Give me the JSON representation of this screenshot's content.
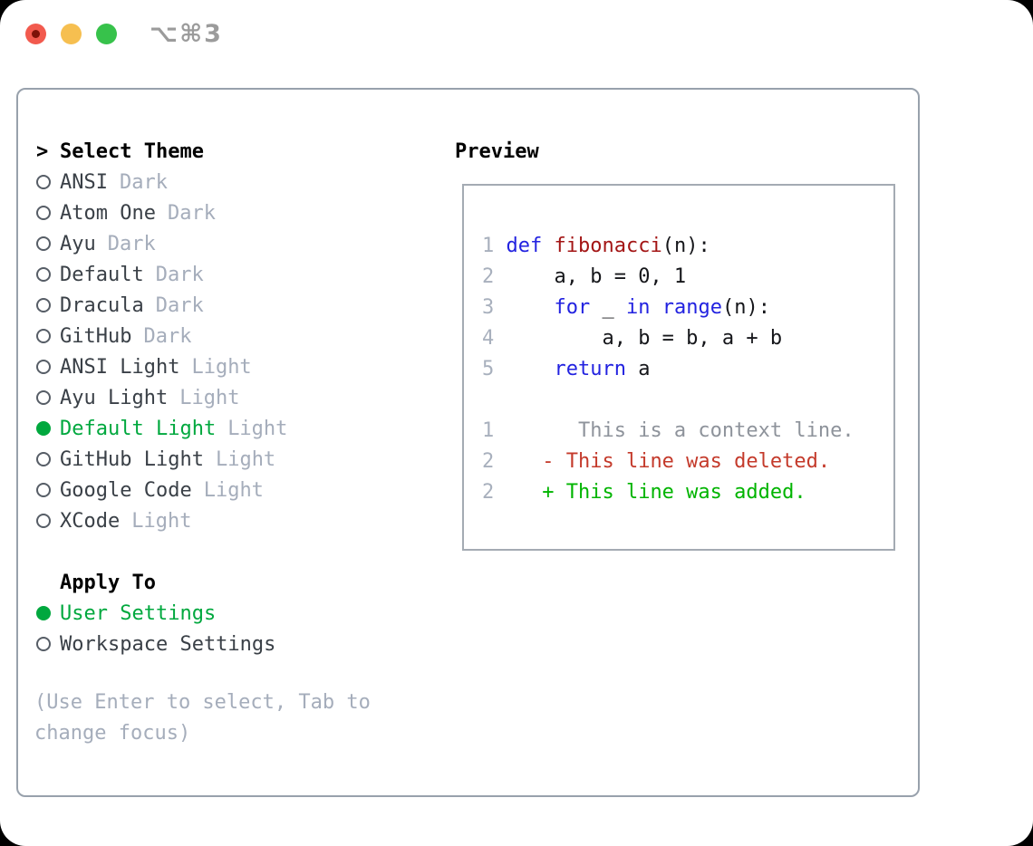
{
  "window": {
    "shortcut_label": "⌥⌘3"
  },
  "colors": {
    "accent_green": "#00a83e",
    "added_green": "#00b400",
    "deleted_red": "#c43a2b",
    "keyword_blue": "#2222e0",
    "function_dark_red": "#a31515",
    "muted_gray": "#a5adbb",
    "panel_border": "#98a1ac",
    "traffic_red": "#f25a4e",
    "traffic_yellow": "#f6bf50",
    "traffic_green": "#37c24b"
  },
  "theme_list": {
    "title_marker": ">",
    "title": "Select Theme",
    "items": [
      {
        "name": "ANSI",
        "tag": "Dark",
        "selected": false
      },
      {
        "name": "Atom One",
        "tag": "Dark",
        "selected": false
      },
      {
        "name": "Ayu",
        "tag": "Dark",
        "selected": false
      },
      {
        "name": "Default",
        "tag": "Dark",
        "selected": false
      },
      {
        "name": "Dracula",
        "tag": "Dark",
        "selected": false
      },
      {
        "name": "GitHub",
        "tag": "Dark",
        "selected": false
      },
      {
        "name": "ANSI Light",
        "tag": "Light",
        "selected": false
      },
      {
        "name": "Ayu Light",
        "tag": "Light",
        "selected": false
      },
      {
        "name": "Default Light",
        "tag": "Light",
        "selected": true
      },
      {
        "name": "GitHub Light",
        "tag": "Light",
        "selected": false
      },
      {
        "name": "Google Code",
        "tag": "Light",
        "selected": false
      },
      {
        "name": "XCode",
        "tag": "Light",
        "selected": false
      }
    ]
  },
  "apply_to": {
    "title": "Apply To",
    "options": [
      {
        "name": "User Settings",
        "selected": true
      },
      {
        "name": "Workspace Settings",
        "selected": false
      }
    ]
  },
  "help_text": "(Use Enter to select, Tab to change focus)",
  "preview": {
    "title": "Preview",
    "lines": [
      {
        "segs": [
          [
            "num",
            "1"
          ],
          [
            "plain",
            " "
          ],
          [
            "kw",
            "def"
          ],
          [
            "plain",
            " "
          ],
          [
            "fn",
            "fibonacci"
          ],
          [
            "plain",
            "(n):"
          ]
        ]
      },
      {
        "segs": [
          [
            "num",
            "2"
          ],
          [
            "plain",
            "     a, b = 0, 1"
          ]
        ]
      },
      {
        "segs": [
          [
            "num",
            "3"
          ],
          [
            "plain",
            "     "
          ],
          [
            "kw",
            "for"
          ],
          [
            "plain",
            " _ "
          ],
          [
            "kw",
            "in"
          ],
          [
            "plain",
            " "
          ],
          [
            "kw",
            "range"
          ],
          [
            "plain",
            "(n):"
          ]
        ]
      },
      {
        "segs": [
          [
            "num",
            "4"
          ],
          [
            "plain",
            "         a, b = b, a + b"
          ]
        ]
      },
      {
        "segs": [
          [
            "num",
            "5"
          ],
          [
            "plain",
            "     "
          ],
          [
            "kw",
            "return"
          ],
          [
            "plain",
            " a"
          ]
        ]
      },
      {
        "segs": []
      },
      {
        "segs": [
          [
            "num",
            "1"
          ],
          [
            "plain",
            "       "
          ],
          [
            "ctx",
            "This is a context line."
          ]
        ]
      },
      {
        "segs": [
          [
            "num",
            "2"
          ],
          [
            "plain",
            "    "
          ],
          [
            "del",
            "- This line was deleted."
          ]
        ]
      },
      {
        "segs": [
          [
            "num",
            "2"
          ],
          [
            "plain",
            "    "
          ],
          [
            "add",
            "+ This line was added."
          ]
        ]
      }
    ]
  }
}
